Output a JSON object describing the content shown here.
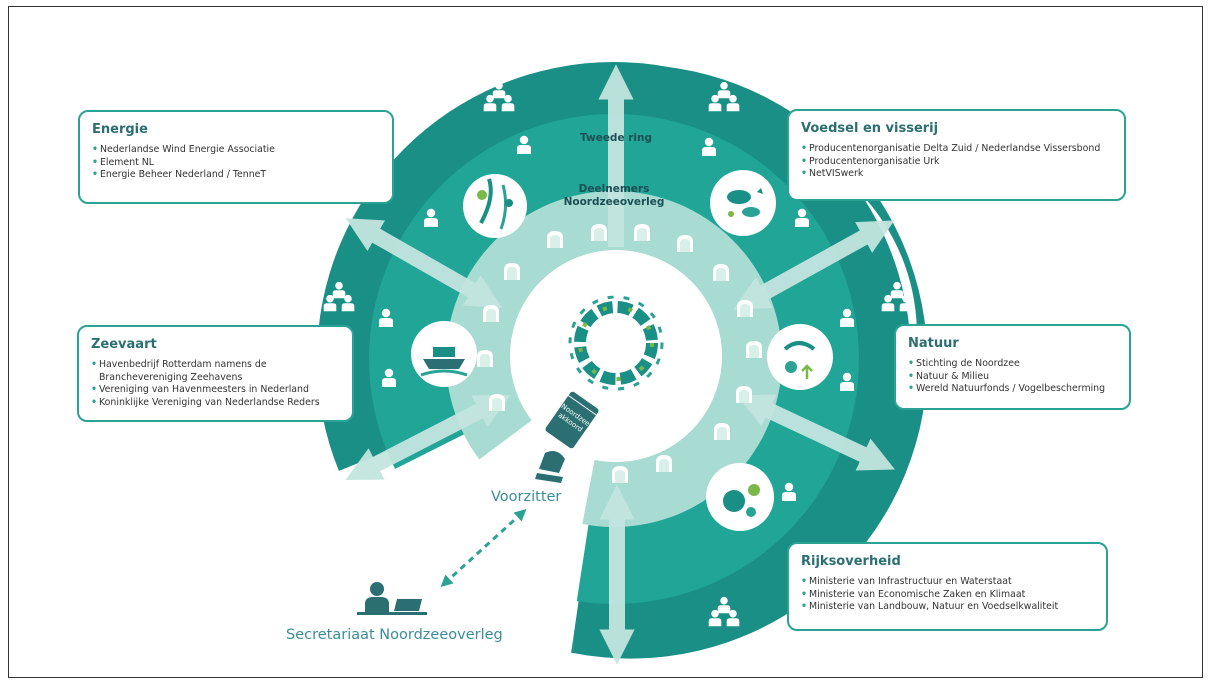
{
  "rings": {
    "outer_label": "Tweede ring",
    "inner_label_line1": "Deelnemers",
    "inner_label_line2": "Noordzeeoverleg"
  },
  "center_book_text": "Noordzee akkoord",
  "chair_label": "Voorzitter",
  "secretariat_label": "Secretariaat Noordzeeoverleg",
  "colors": {
    "outer_ring": "#1a8f86",
    "middle_ring": "#20a597",
    "inner_ring": "#a8dcd3",
    "accent": "#2aa395",
    "title_text": "#2b6f73"
  },
  "groups": {
    "energie": {
      "title": "Energie",
      "items": [
        "Nederlandse Wind Energie Associatie",
        "Element NL",
        "Energie Beheer Nederland / TenneT"
      ]
    },
    "voedsel": {
      "title": "Voedsel en visserij",
      "items": [
        "Producentenorganisatie Delta Zuid / Nederlandse Vissersbond",
        "Producentenorganisatie Urk",
        "NetVISwerk"
      ]
    },
    "zeevaart": {
      "title": "Zeevaart",
      "item1_line1": "Havenbedrijf Rotterdam namens de",
      "item1_line2": "Branchevereniging Zeehavens",
      "item2": "Vereniging van Havenmeesters in Nederland",
      "item3": "Koninklijke Vereniging van Nederlandse Reders"
    },
    "natuur": {
      "title": "Natuur",
      "items": [
        "Stichting de Noordzee",
        "Natuur & Milieu",
        "Wereld Natuurfonds / Vogelbescherming"
      ]
    },
    "rijksoverheid": {
      "title": "Rijksoverheid",
      "items": [
        "Ministerie van Infrastructuur en Waterstaat",
        "Ministerie van Economische Zaken en Klimaat",
        "Ministerie van Landbouw, Natuur en Voedselkwaliteit"
      ]
    }
  },
  "icons": {
    "single_person": "person-icon",
    "group": "group-people-icon",
    "seat": "seat-icon",
    "chair_seat": "chair-seat-icon",
    "secretariat": "person-at-laptop-icon"
  }
}
